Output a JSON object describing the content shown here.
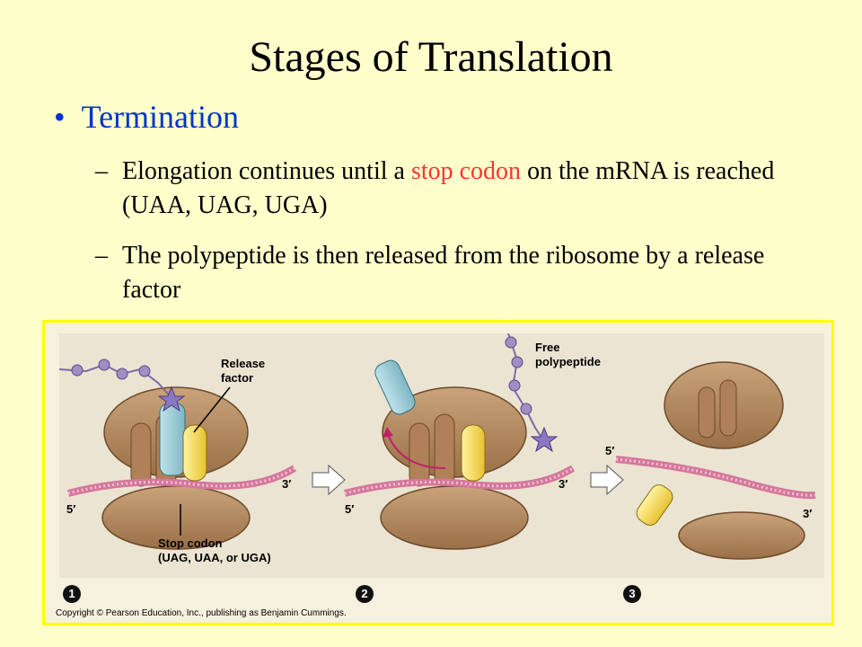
{
  "slide": {
    "title": "Stages of Translation",
    "bullet": "Termination",
    "sub1": {
      "before": "Elongation continues until a ",
      "highlight": "stop codon",
      "after": " on the mRNA is reached (UAA, UAG, UGA)"
    },
    "sub2": "The polypeptide is then released from the ribosome by a release factor"
  },
  "figure": {
    "labels": {
      "release_factor_1": "Release",
      "release_factor_2": "factor",
      "free_poly_1": "Free",
      "free_poly_2": "polypeptide",
      "stop_codon_1": "Stop codon",
      "stop_codon_2": "(UAG, UAA, or UGA)",
      "five_prime": "5′",
      "three_prime": "3′"
    },
    "steps": [
      "1",
      "2",
      "3"
    ],
    "copyright": "Copyright © Pearson Education, Inc., publishing as Benjamin Cummings."
  }
}
